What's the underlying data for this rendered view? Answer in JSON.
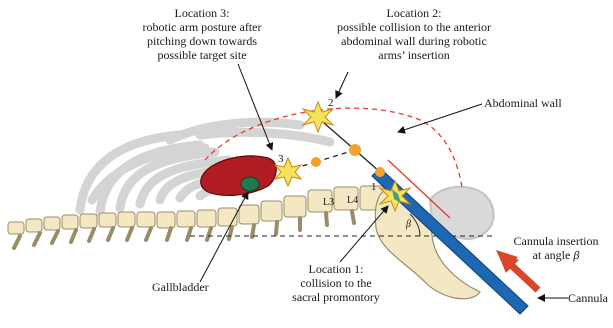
{
  "location3": {
    "title": "Location 3:",
    "line1": "robotic arm posture after",
    "line2": "pitching down towards",
    "line3": "possible target site"
  },
  "location2": {
    "title": "Location 2:",
    "line1": "possible collision to the anterior",
    "line2": "abdominal wall during robotic",
    "line3": "arms’ insertion"
  },
  "location1": {
    "title": "Location 1:",
    "line1": "collision to the",
    "line2": "sacral promontory"
  },
  "abdominal_wall": "Abdominal wall",
  "gallbladder": "Gallbladder",
  "cannula": "Cannula",
  "cannula_insertion": {
    "line1": "Cannula insertion",
    "line2_prefix": "at angle ",
    "line2_symbol": "β"
  },
  "markers": {
    "m1": "1",
    "m2": "2",
    "m3": "3"
  },
  "vertebrae": {
    "l3": "L3",
    "l4": "L4"
  },
  "angle_symbol": "β",
  "colors": {
    "liver": "#b01c22",
    "gallbladder": "#1f7a4d",
    "bone": "#f4e8c4",
    "bone_stroke": "#9a8c66",
    "ribs": "#cfcfcf",
    "joint": "#f2a22a",
    "wall": "#e53a2e",
    "cannula": "#1d67b3",
    "arrow": "#d9462b",
    "star": "#f7e35b"
  }
}
